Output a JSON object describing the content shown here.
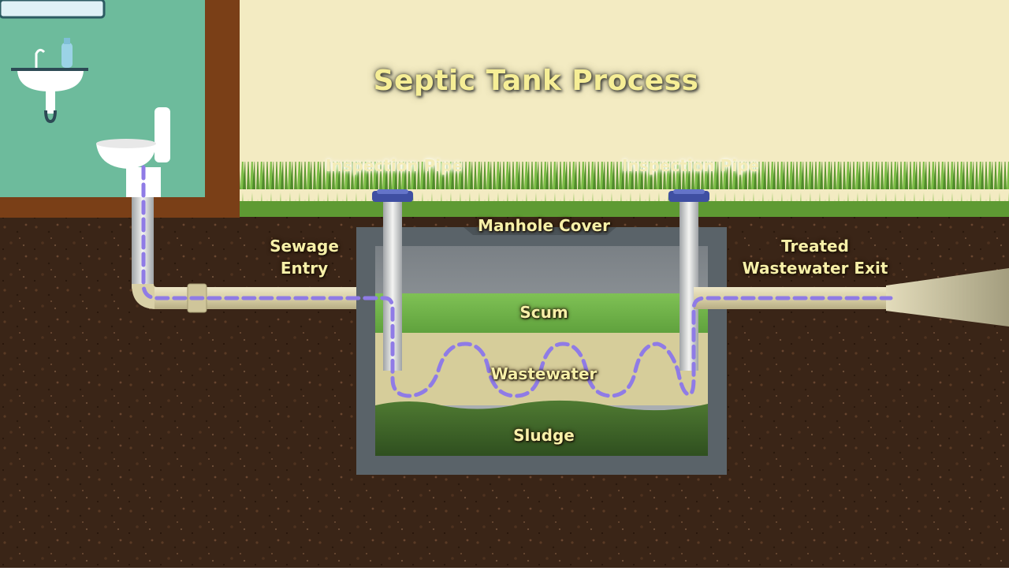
{
  "diagram": {
    "title": "Septic Tank Process",
    "labels": {
      "inspection_pipe_left": "Inspection Pipe",
      "inspection_pipe_right": "Inspection Pipe",
      "manhole_cover": "Manhole Cover",
      "sewage_entry_line1": "Sewage",
      "sewage_entry_line2": "Entry",
      "treated_exit_line1": "Treated",
      "treated_exit_line2": "Wastewater Exit",
      "scum": "Scum",
      "wastewater": "Wastewater",
      "sludge": "Sludge"
    },
    "colors": {
      "sky": "#f3ebc2",
      "soil": "#3a2416",
      "grass": "#6aa83a",
      "house_wall": "#6dbb9c",
      "house_frame": "#7a3f17",
      "tank_wall": "#5f6a70",
      "scum_layer": "#6fb24a",
      "wastewater_layer": "#d8cf9c",
      "sludge_layer": "#3f6a2a",
      "flow_path": "#8f7be6",
      "label_text": "#f7f0a8"
    }
  }
}
